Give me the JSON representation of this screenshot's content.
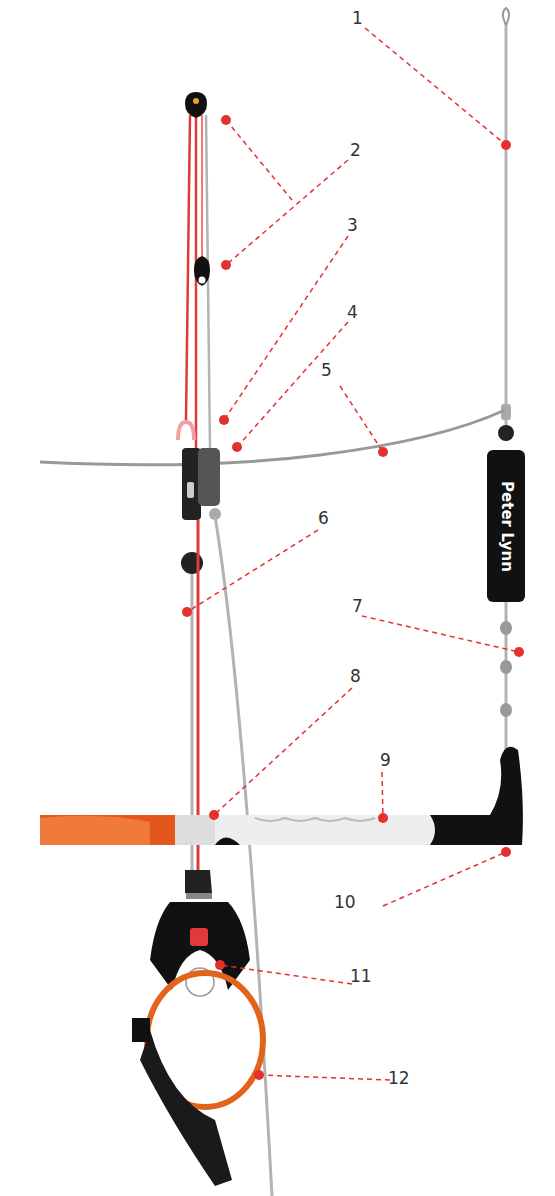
{
  "diagram": {
    "labels": [
      "1",
      "2",
      "3",
      "4",
      "5",
      "6",
      "7",
      "8",
      "9",
      "10",
      "11",
      "12",
      "Peter Lynn"
    ]
  }
}
